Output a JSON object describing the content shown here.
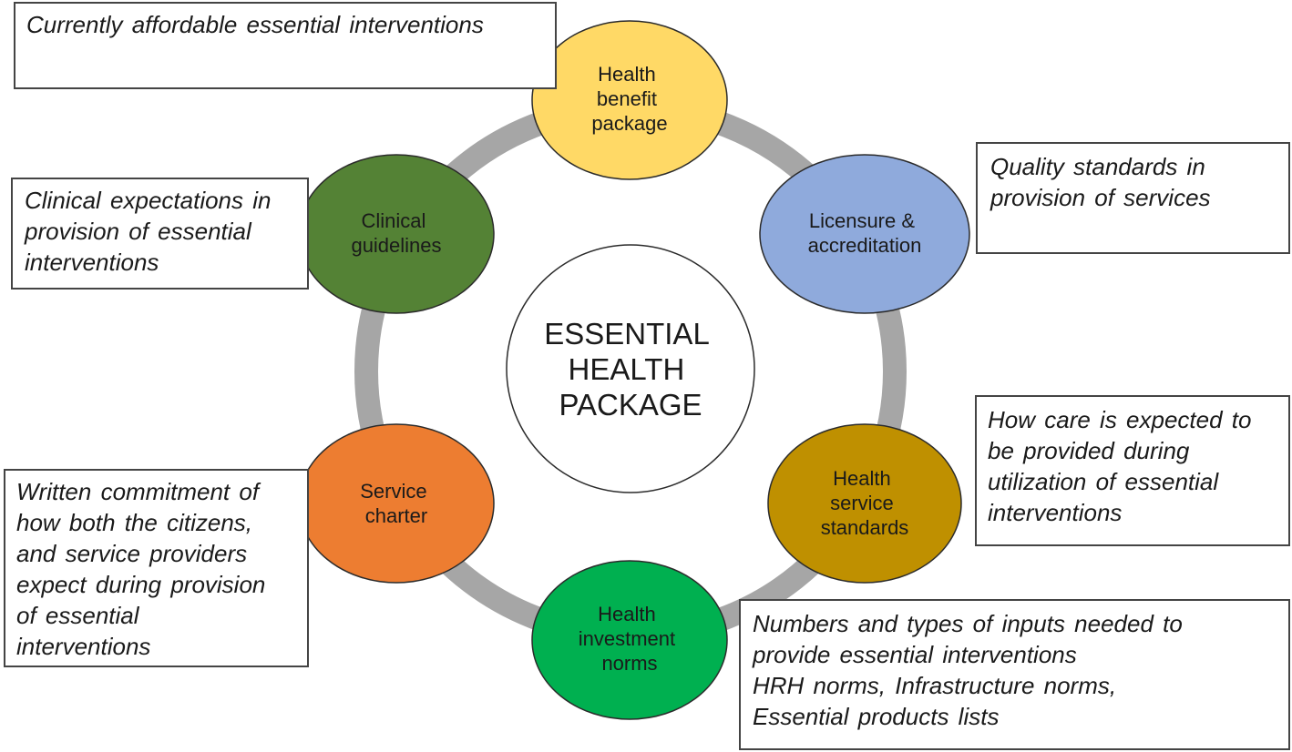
{
  "center": {
    "lines": [
      "ESSENTIAL",
      "HEALTH",
      "PACKAGE"
    ]
  },
  "colors": {
    "ring": "#a6a6a6",
    "health_benefit_package": "#ffd966",
    "licensure_accreditation": "#8faadc",
    "health_service_standards": "#bf9000",
    "health_investment_norms": "#00b050",
    "service_charter": "#ed7d31",
    "clinical_guidelines": "#548235",
    "border": "#2b2b2b"
  },
  "nodes": {
    "health_benefit_package": {
      "lines": [
        "Health",
        "benefit",
        "package"
      ]
    },
    "licensure_accreditation": {
      "lines": [
        "Licensure &",
        "accreditation"
      ]
    },
    "health_service_standards": {
      "lines": [
        "Health",
        "service",
        "standards"
      ]
    },
    "health_investment_norms": {
      "lines": [
        "Health",
        "investment",
        "norms"
      ]
    },
    "service_charter": {
      "lines": [
        "Service",
        "charter"
      ]
    },
    "clinical_guidelines": {
      "lines": [
        "Clinical",
        "guidelines"
      ]
    }
  },
  "descriptions": {
    "health_benefit_package": {
      "lines": [
        "Currently affordable essential interventions"
      ]
    },
    "licensure_accreditation": {
      "lines": [
        "Quality standards in",
        "provision of services"
      ]
    },
    "health_service_standards": {
      "lines": [
        "How care is expected to",
        "be provided during",
        "utilization of essential",
        "interventions"
      ]
    },
    "health_investment_norms": {
      "lines": [
        "Numbers and types of inputs needed to",
        "provide essential interventions",
        "HRH norms, Infrastructure norms,",
        "Essential products lists"
      ]
    },
    "service_charter": {
      "lines": [
        "Written commitment of",
        "how both the citizens,",
        "and service providers",
        "expect during provision",
        "of essential",
        "interventions"
      ]
    },
    "clinical_guidelines": {
      "lines": [
        "Clinical expectations in",
        "provision of essential",
        "interventions"
      ]
    }
  }
}
